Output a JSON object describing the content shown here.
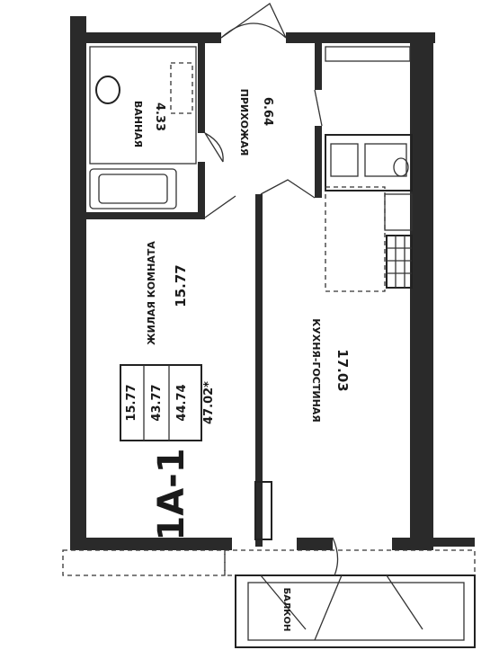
{
  "plan": {
    "code": "1A-1",
    "rooms": [
      {
        "name": "ВАННАЯ",
        "area": "4.33"
      },
      {
        "name": "ПРИХОЖАЯ",
        "area": "6.64"
      },
      {
        "name": "ЖИЛАЯ КОМНАТА",
        "area": "15.77"
      },
      {
        "name": "КУХНЯ-ГОСТИНАЯ",
        "area": "17.03"
      },
      {
        "name": "БАЛКОН",
        "area": ""
      }
    ],
    "totals": [
      "15.77",
      "43.77",
      "44.74",
      "47.02*"
    ]
  }
}
